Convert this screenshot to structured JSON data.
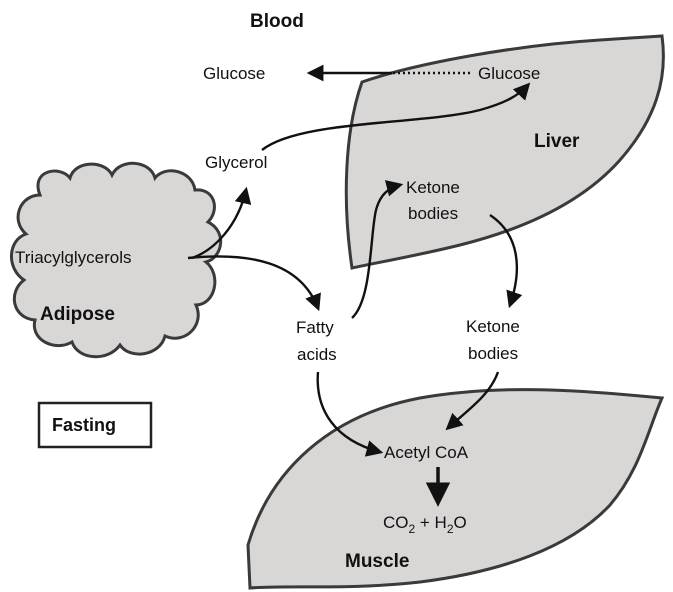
{
  "labels": {
    "blood": "Blood",
    "glucose_blood": "Glucose",
    "glucose_liver": "Glucose",
    "liver": "Liver",
    "glycerol": "Glycerol",
    "ketone_liver_line1": "Ketone",
    "ketone_liver_line2": "bodies",
    "triacylglycerols": "Triacylglycerols",
    "adipose": "Adipose",
    "fatty_acids_line1": "Fatty",
    "fatty_acids_line2": "acids",
    "ketone_blood_line1": "Ketone",
    "ketone_blood_line2": "bodies",
    "fasting": "Fasting",
    "acetyl_coa": "Acetyl CoA",
    "co2_part1": "CO",
    "co2_sub": "2",
    "co2_part2": " + H",
    "h2o_sub": "2",
    "h2o_part2": "O",
    "muscle": "Muscle"
  },
  "colors": {
    "organ_fill": "#d9d6d6",
    "organ_stroke": "#3a3a3a",
    "arrow": "#111111"
  }
}
